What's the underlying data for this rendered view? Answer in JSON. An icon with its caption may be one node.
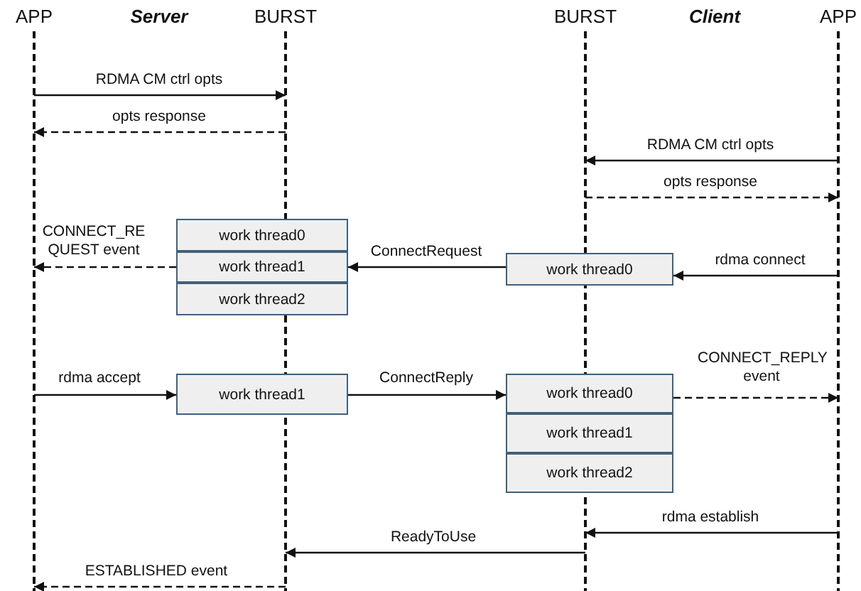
{
  "diagram": {
    "nodes": [
      {
        "text": [
          "APP"
        ]
      },
      {
        "text": [
          "BURST"
        ]
      },
      {
        "text": [
          "BURST"
        ]
      },
      {
        "text": [
          "APP"
        ]
      },
      {
        "text": [
          "work thread0"
        ]
      },
      {
        "text": [
          "work thread1"
        ]
      },
      {
        "text": [
          "work thread2"
        ]
      },
      {
        "text": [
          "work thread0"
        ]
      },
      {
        "text": [
          "work thread1"
        ]
      },
      {
        "text": [
          "work thread0"
        ]
      },
      {
        "text": [
          "work thread1"
        ]
      },
      {
        "text": [
          "work thread2"
        ]
      }
    ],
    "edges": [
      {
        "from": 0,
        "to": 1,
        "arrow": "to",
        "label": "RDMA CM ctrl opts"
      },
      {
        "from": 1,
        "to": 0,
        "arrow": "to",
        "label": "opts response",
        "style": "dashed"
      },
      {
        "from": 3,
        "to": 2,
        "arrow": "to",
        "label": "RDMA CM ctrl opts"
      },
      {
        "from": 2,
        "to": 3,
        "arrow": "to",
        "label": "opts response",
        "style": "dashed"
      },
      {
        "from": 5,
        "to": 0,
        "arrow": "to",
        "label": "CONNECT_RE QUEST event",
        "style": "dashed"
      },
      {
        "from": 7,
        "to": 5,
        "arrow": "to",
        "label": "ConnectRequest"
      },
      {
        "from": 3,
        "to": 7,
        "arrow": "to",
        "label": "rdma connect"
      },
      {
        "from": 0,
        "to": 8,
        "arrow": "to",
        "label": "rdma accept"
      },
      {
        "from": 8,
        "to": 9,
        "arrow": "to",
        "label": "ConnectReply"
      },
      {
        "from": 9,
        "to": 3,
        "arrow": "to",
        "label": "CONNECT_REPLY event",
        "style": "dashed"
      },
      {
        "from": 3,
        "to": 2,
        "arrow": "to",
        "label": "rdma establish"
      },
      {
        "from": 2,
        "to": 1,
        "arrow": "to",
        "label": "ReadyToUse"
      },
      {
        "from": 1,
        "to": 0,
        "arrow": "to",
        "label": "ESTABLISHED event",
        "style": "dashed"
      }
    ],
    "labels": [
      "Server",
      "Client"
    ]
  }
}
